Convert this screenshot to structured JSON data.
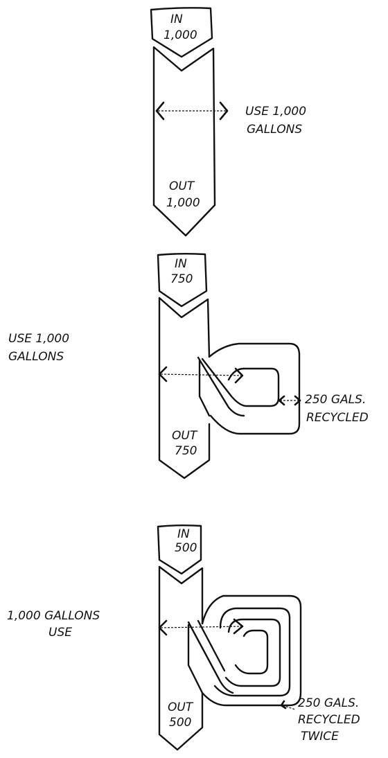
{
  "diagram1": {
    "in_label": "IN",
    "in_value": "1,000",
    "use_line1": "USE 1,000",
    "use_line2": "GALLONS",
    "out_label": "OUT",
    "out_value": "1,000"
  },
  "diagram2": {
    "in_label": "IN",
    "in_value": "750",
    "use_line1": "USE 1,000",
    "use_line2": "GALLONS",
    "recycle_line1": "250 GALS.",
    "recycle_line2": "RECYCLED",
    "out_label": "OUT",
    "out_value": "750"
  },
  "diagram3": {
    "in_label": "IN",
    "in_value": "500",
    "use_line1": "1,000 GALLONS",
    "use_line2": "USE",
    "recycle_line1": "250 GALS.",
    "recycle_line2": "RECYCLED",
    "recycle_line3": "TWICE",
    "out_label": "OUT",
    "out_value": "500"
  }
}
